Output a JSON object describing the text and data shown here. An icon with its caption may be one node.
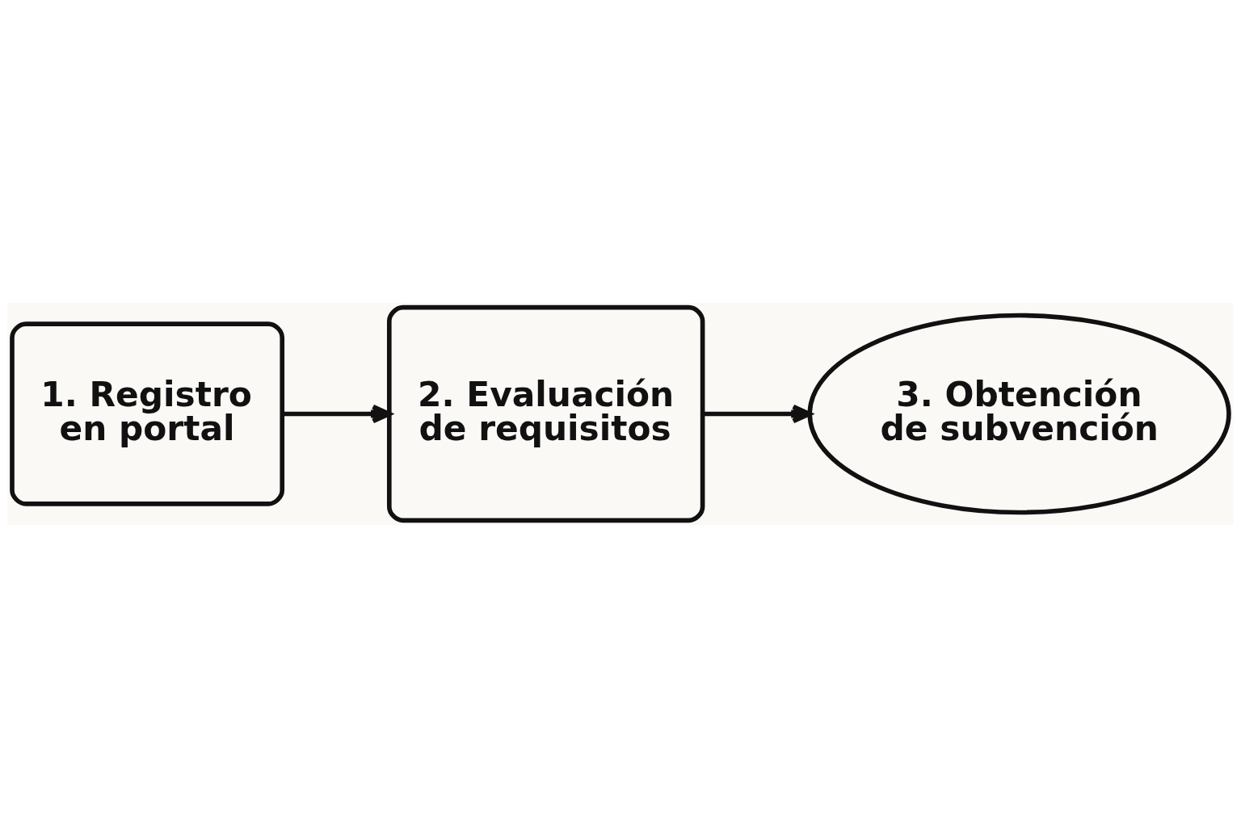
{
  "diagram": {
    "nodes": [
      {
        "text": [
          "1. Registro en portal"
        ]
      },
      {
        "text": [
          "2. Evaluación de requisitos"
        ]
      },
      {
        "text": [
          "3. Obtención de subvención"
        ]
      }
    ],
    "edges": [
      {
        "from": 0,
        "to": 1,
        "arrow": "to"
      },
      {
        "from": 1,
        "to": 2,
        "arrow": "to"
      }
    ]
  }
}
